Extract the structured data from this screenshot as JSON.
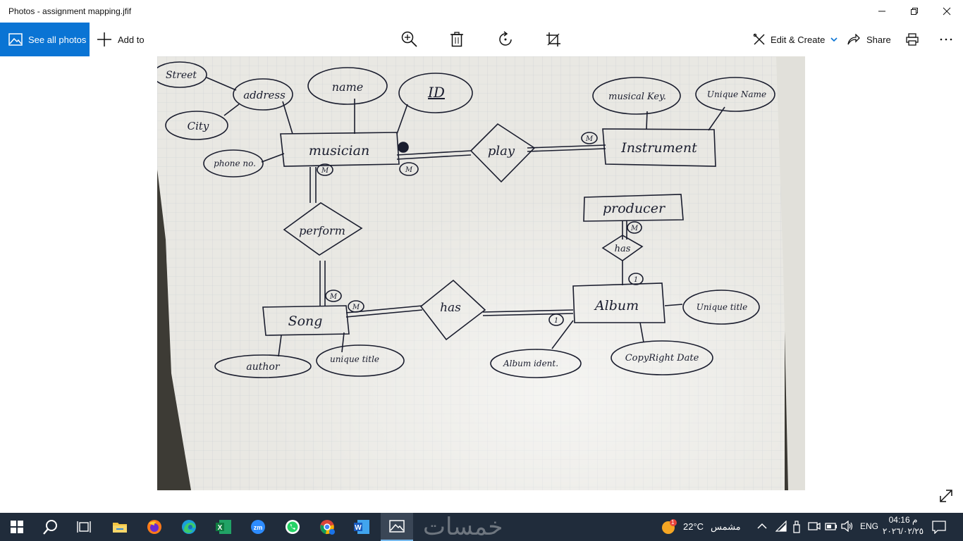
{
  "window": {
    "title": "Photos - assignment mapping.jfif"
  },
  "toolbar": {
    "see_all_label": "See all photos",
    "add_to_label": "Add to",
    "edit_create_label": "Edit & Create",
    "share_label": "Share"
  },
  "diagram": {
    "entities": {
      "musician": "musician",
      "instrument": "Instrument",
      "song": "Song",
      "album": "Album",
      "producer": "producer"
    },
    "relationships": {
      "play": "play",
      "perform": "perform",
      "has_song_album": "has",
      "has_album_producer": "has"
    },
    "attributes": {
      "street": "Street",
      "address": "address",
      "name": "name",
      "id": "ID",
      "city": "City",
      "phone": "phone no.",
      "musical_key": "musical Key.",
      "unique_name": "Unique Name",
      "unique_title_album": "Unique title",
      "author": "author",
      "unique_title_song": "unique title",
      "album_ident": "Album ident.",
      "copyright_date": "CopyRight Date"
    },
    "cardinality": {
      "musician_play": "M",
      "instrument_play": "M",
      "musician_perform": "M",
      "song_perform": "M",
      "song_has": "M",
      "album_has": "1",
      "producer_has": "M",
      "album_producer": "1"
    }
  },
  "taskbar": {
    "watermark": "خمسات",
    "weather_temp": "22°C",
    "weather_label": "مشمس",
    "weather_badge": "1",
    "language": "ENG",
    "time": "04:16 م",
    "date": "٢٠٢٦/٠٢/٢٥",
    "icons": [
      "windows-start",
      "search",
      "task-view",
      "file-explorer",
      "firefox",
      "edge",
      "excel",
      "zoom",
      "whatsapp",
      "chrome",
      "word",
      "photos"
    ]
  },
  "colors": {
    "accent": "#0a74d4",
    "taskbar": "#202c3b",
    "paper": "#ecebe6",
    "ink": "#1a1d2e"
  }
}
